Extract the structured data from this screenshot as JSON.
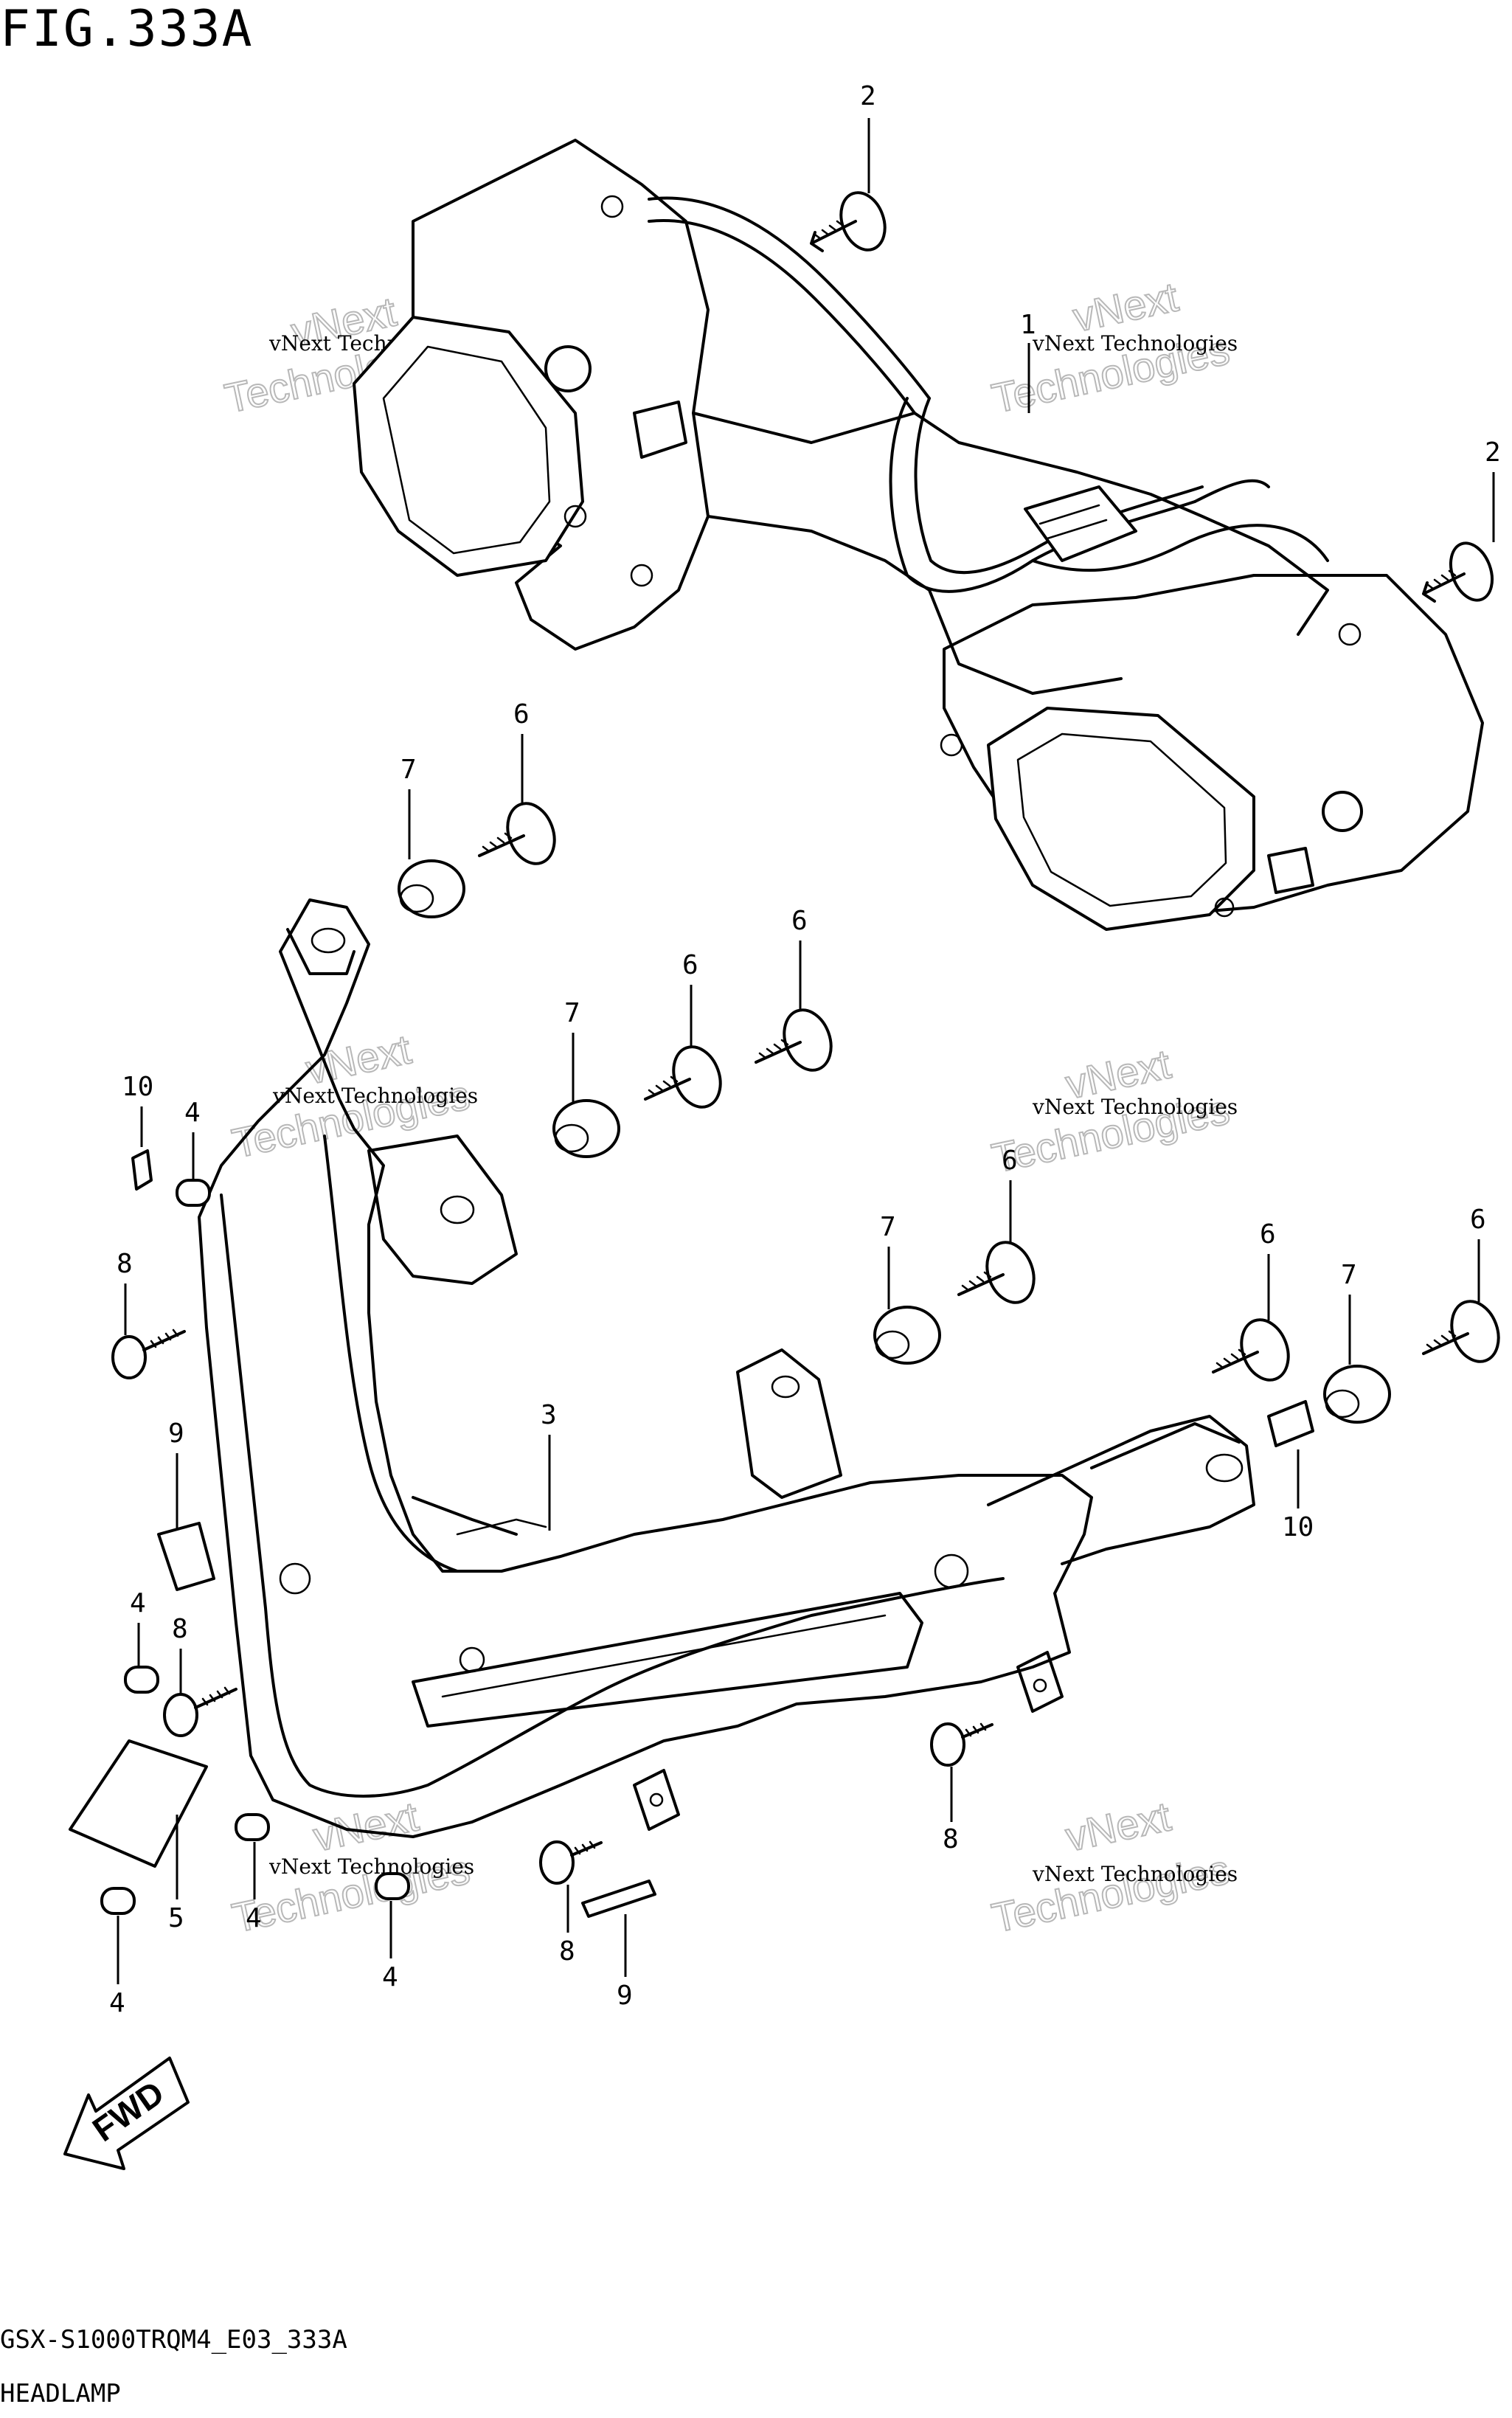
{
  "figure": {
    "title": "FIG.333A",
    "model_code": "GSX-S1000TRQM4_E03_333A",
    "section_name": "HEADLAMP"
  },
  "fwd_badge": {
    "label": "FWD"
  },
  "watermark": {
    "small_text": "vNext Technologies",
    "big_line1": "vNext",
    "big_line2": "Technologies"
  },
  "callouts": {
    "c2a": "2",
    "c1": "1",
    "c2b": "2",
    "c6a": "6",
    "c7a": "7",
    "c6b": "6",
    "c6c": "6",
    "c7b": "7",
    "c10a": "10",
    "c4a": "4",
    "c8a": "8",
    "c6d": "6",
    "c7c": "7",
    "c6e": "6",
    "c7d": "7",
    "c6f": "6",
    "c3": "3",
    "c9a": "9",
    "c10b": "10",
    "c4b": "4",
    "c8b": "8",
    "c8c": "8",
    "c5": "5",
    "c4c": "4",
    "c4d": "4",
    "c8d": "8",
    "c9b": "9",
    "c4e": "4"
  }
}
